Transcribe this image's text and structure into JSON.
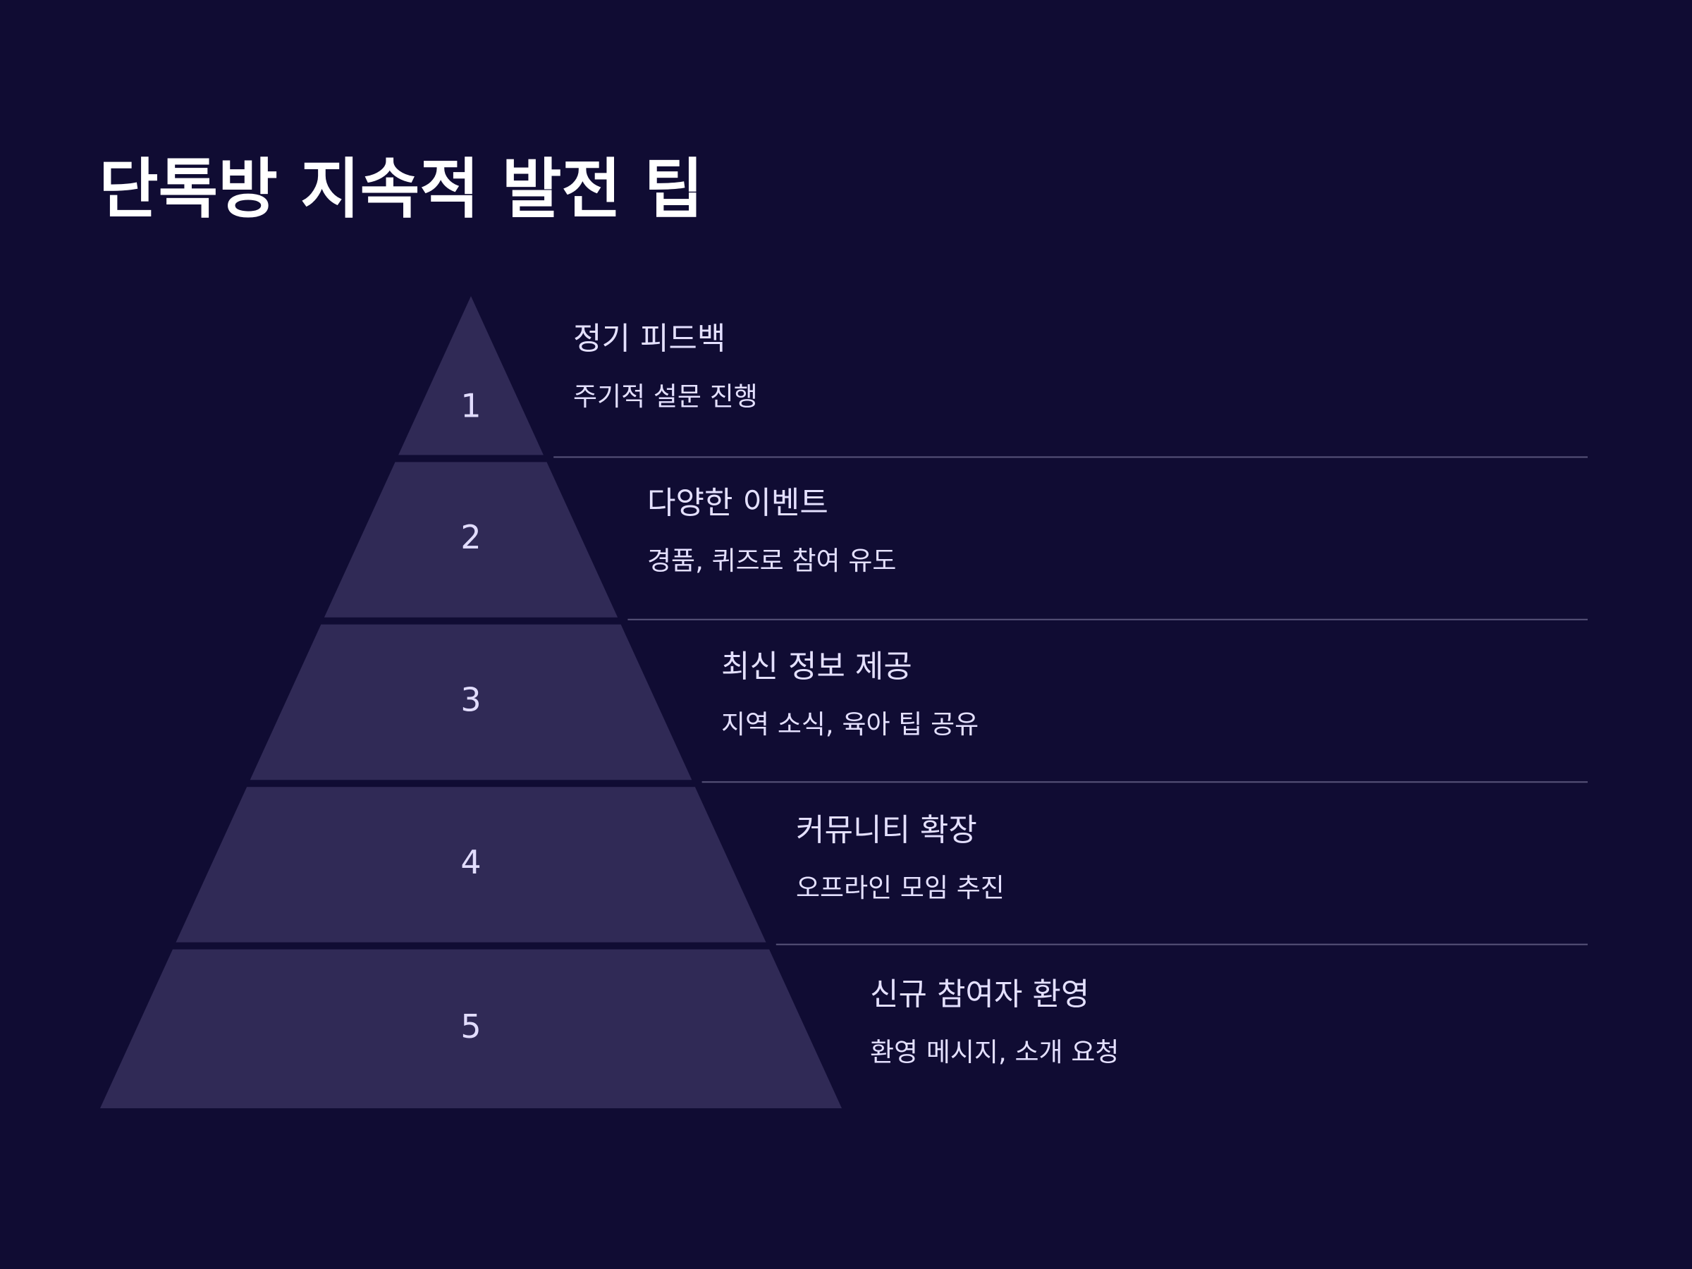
{
  "slide": {
    "title": "단톡방 지속적 발전 팁"
  },
  "colors": {
    "background": "#100c33",
    "tier_fill": "#302a56",
    "text": "#e4e0ff",
    "number": "#e2ddff",
    "divider": "#58547a"
  },
  "steps": [
    {
      "number": "1",
      "heading": "정기 피드백",
      "description": "주기적 설문 진행"
    },
    {
      "number": "2",
      "heading": "다양한 이벤트",
      "description": "경품, 퀴즈로 참여 유도"
    },
    {
      "number": "3",
      "heading": "최신 정보 제공",
      "description": "지역 소식, 육아 팁 공유"
    },
    {
      "number": "4",
      "heading": "커뮤니티 확장",
      "description": "오프라인 모임 추진"
    },
    {
      "number": "5",
      "heading": "신규 참여자 환영",
      "description": "환영 메시지, 소개 요청"
    }
  ]
}
